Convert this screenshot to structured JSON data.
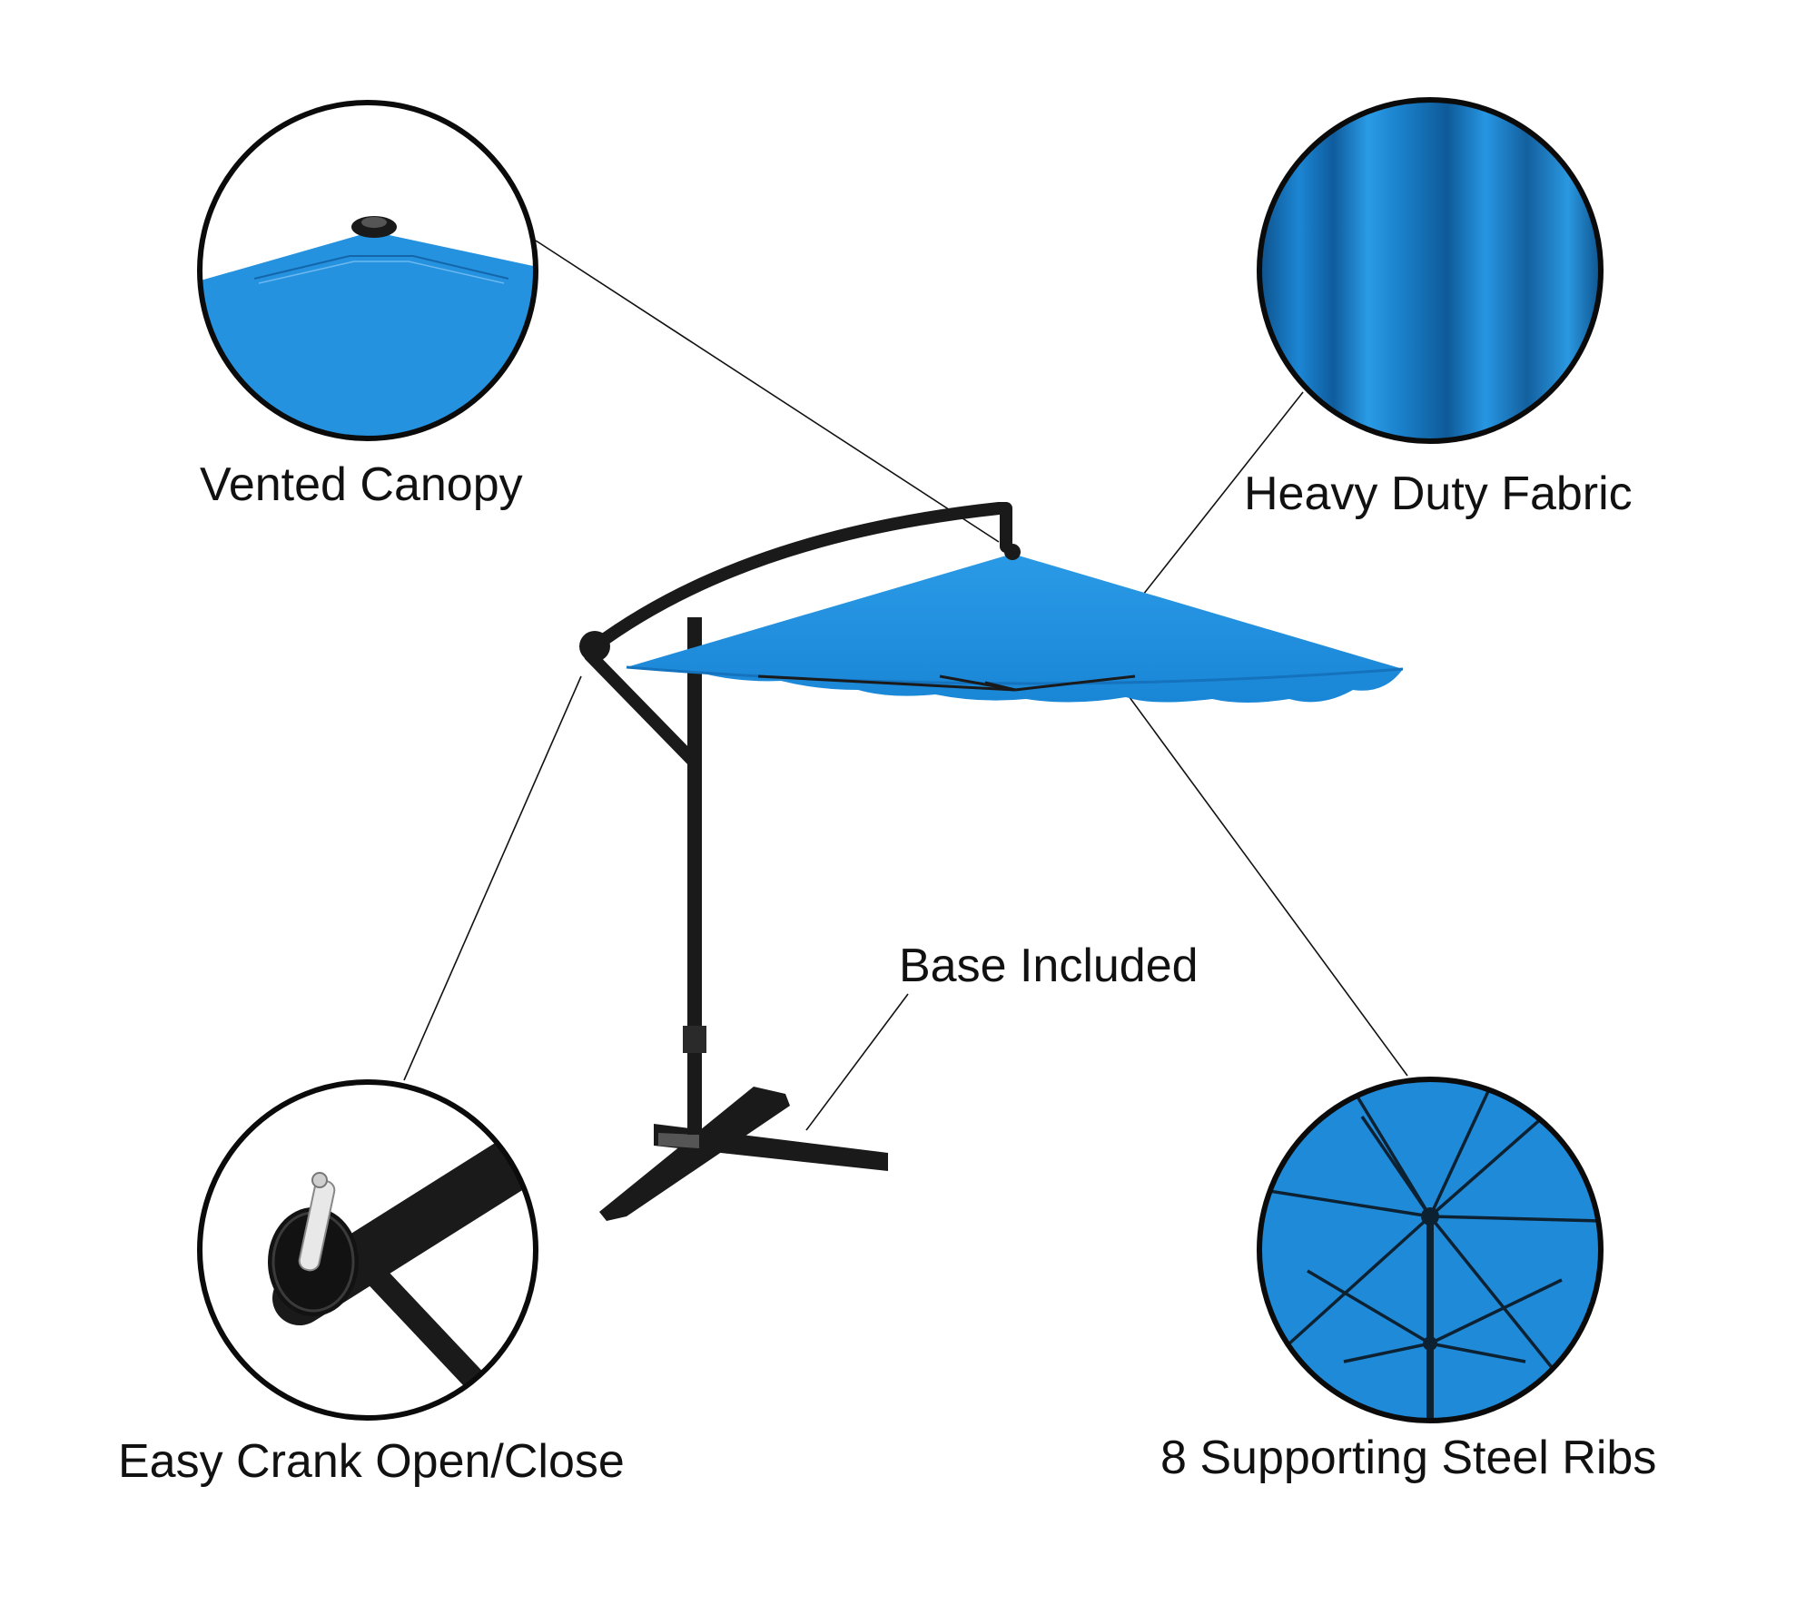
{
  "labels": {
    "vented_canopy": "Vented Canopy",
    "heavy_duty_fabric": "Heavy Duty Fabric",
    "base_included": "Base Included",
    "easy_crank": "Easy Crank Open/Close",
    "steel_ribs": "8 Supporting Steel Ribs"
  },
  "colors": {
    "canopy_blue": "#1e8fe0",
    "canopy_blue_dark": "#1572bd",
    "frame_black": "#1a1a1a",
    "leader_line": "#111111",
    "text": "#111111",
    "background": "#ffffff"
  }
}
